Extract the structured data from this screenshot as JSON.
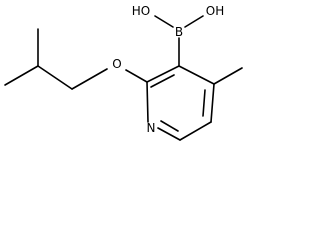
{
  "molecule": {
    "atom_labels": {
      "hydroxyl_left": "HO",
      "hydroxyl_right": "OH",
      "boron": "B",
      "ether_oxygen": "O",
      "ring_nitrogen": "N"
    }
  }
}
